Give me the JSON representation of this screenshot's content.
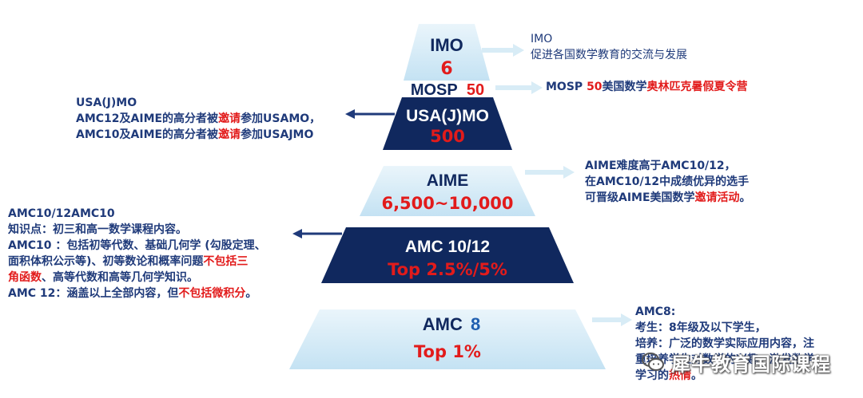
{
  "colors": {
    "light_tier_top": "#eaf5fb",
    "light_tier_bottom": "#c4e2f3",
    "dark_tier": "#10285e",
    "label_blue": "#1f3a7a",
    "highlight_red": "#e21b1b",
    "arrow_light": "#d8ecf6",
    "arrow_dark": "#1f3a7a"
  },
  "tiers": [
    {
      "id": "imo",
      "title": "IMO",
      "value": "6",
      "style": "light"
    },
    {
      "id": "mosp",
      "title": "MOSP",
      "value": "50",
      "style": "plain"
    },
    {
      "id": "usajmo",
      "title": "USA(J)MO",
      "value": "500",
      "style": "dark"
    },
    {
      "id": "aime",
      "title": "AIME",
      "value": "6,500~10,000",
      "style": "light"
    },
    {
      "id": "amc1012",
      "title": "AMC 10/12",
      "value": "Top 2.5%/5%",
      "style": "dark"
    },
    {
      "id": "amc8",
      "title": "AMC",
      "title_num": "8",
      "value": "Top 1%",
      "style": "light"
    }
  ],
  "annotations": {
    "imo": {
      "lines": [
        [
          {
            "t": "IMO"
          }
        ],
        [
          {
            "t": "促进各国数学教育的交流与发展"
          }
        ]
      ]
    },
    "mosp": {
      "lines": [
        [
          {
            "t": "MOSP "
          },
          {
            "t": "50",
            "hl": true
          },
          {
            "t": "美国数学"
          },
          {
            "t": "奥林匹克暑假夏令营",
            "hl": true
          }
        ]
      ]
    },
    "usajmo": {
      "lines": [
        [
          {
            "t": "USA(J)MO"
          }
        ],
        [
          {
            "t": "AMC12及AIME的高分者被"
          },
          {
            "t": "邀请",
            "hl": true
          },
          {
            "t": "参加USAMO，"
          }
        ],
        [
          {
            "t": "AMC10及AIME的高分者被"
          },
          {
            "t": "邀请",
            "hl": true
          },
          {
            "t": "参加USAJMO"
          }
        ]
      ]
    },
    "aime": {
      "lines": [
        [
          {
            "t": "AIME难度高于AMC10/12，"
          }
        ],
        [
          {
            "t": "在AMC10/12中成绩优异的选手"
          }
        ],
        [
          {
            "t": "可晋级AIME美国数学"
          },
          {
            "t": "邀请活动",
            "hl": true
          },
          {
            "t": "。"
          }
        ]
      ]
    },
    "amc1012": {
      "lines": [
        [
          {
            "t": "AMC10/12AMC10"
          }
        ],
        [
          {
            "t": "知识点：初三和高一数学课程内容。"
          }
        ],
        [
          {
            "t": "AMC10 ：包括初等代数、基础几何学 (勾股定理、"
          }
        ],
        [
          {
            "t": "面积体积公示等)、初等数论和概率问题"
          },
          {
            "t": "不包括三",
            "hl": true
          }
        ],
        [
          {
            "t": "角函数",
            "hl": true
          },
          {
            "t": "、高等代数和高等几何学知识。"
          }
        ],
        [
          {
            "t": "AMC 12：涵盖以上全部内容，但"
          },
          {
            "t": "不包括微积分",
            "hl": true
          },
          {
            "t": "。"
          }
        ]
      ]
    },
    "amc8": {
      "lines": [
        [
          {
            "t": "AMC8:"
          }
        ],
        [
          {
            "t": "考生：8年级及以下学生，"
          }
        ],
        [
          {
            "t": "培养：广泛的数学实际应用内容，注"
          }
        ],
        [
          {
            "t": "重培养学生对数学的兴趣，激发数学"
          }
        ],
        [
          {
            "t": "学习的"
          },
          {
            "t": "热情",
            "hl": true
          },
          {
            "t": "。"
          }
        ]
      ]
    }
  },
  "watermark": {
    "text": "犀牛教育国际课程",
    "icon": "wechat-icon"
  }
}
